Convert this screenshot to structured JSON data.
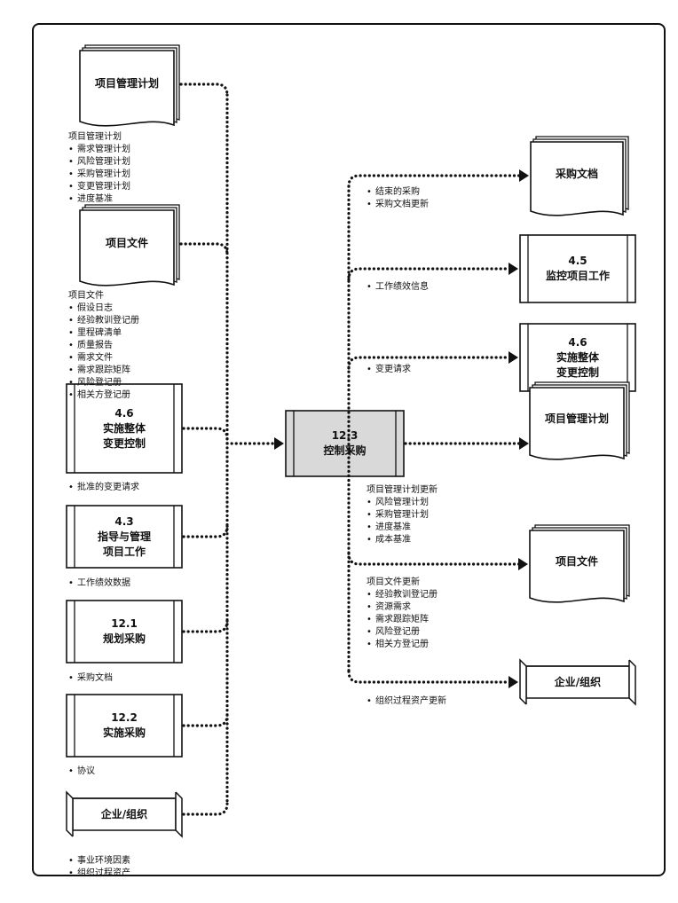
{
  "inputs": [
    {
      "id": "in_pmp",
      "box": {
        "title": [
          "项目管理计划"
        ]
      },
      "label": {
        "heading": "项目管理计划",
        "items": [
          "需求管理计划",
          "风险管理计划",
          "采购管理计划",
          "变更管理计划",
          "进度基准"
        ]
      }
    },
    {
      "id": "in_docs",
      "box": {
        "title": [
          "项目文件"
        ]
      },
      "label": {
        "heading": "项目文件",
        "items": [
          "假设日志",
          "经验教训登记册",
          "里程碑清单",
          "质量报告",
          "需求文件",
          "需求跟踪矩阵",
          "风险登记册",
          "相关方登记册"
        ]
      }
    },
    {
      "id": "in_46",
      "box": {
        "title": [
          "4.6",
          "实施整体",
          "变更控制"
        ]
      },
      "label": {
        "heading": "",
        "items": [
          "批准的变更请求"
        ]
      }
    },
    {
      "id": "in_43",
      "box": {
        "title": [
          "4.3",
          "指导与管理",
          "项目工作"
        ]
      },
      "label": {
        "heading": "",
        "items": [
          "工作绩效数据"
        ]
      }
    },
    {
      "id": "in_121",
      "box": {
        "title": [
          "12.1",
          "规划采购"
        ]
      },
      "label": {
        "heading": "",
        "items": [
          "采购文档"
        ]
      }
    },
    {
      "id": "in_122",
      "box": {
        "title": [
          "12.2",
          "实施采购"
        ]
      },
      "label": {
        "heading": "",
        "items": [
          "协议"
        ]
      }
    },
    {
      "id": "in_ent",
      "box": {
        "title": [
          "企业/组织"
        ]
      },
      "label": {
        "heading": "",
        "items": [
          "事业环境因素",
          "组织过程资产"
        ]
      }
    }
  ],
  "process": {
    "title": [
      "12.3",
      "控制采购"
    ],
    "fill": "#d9d9d9"
  },
  "outputs": [
    {
      "id": "out_docs",
      "box": {
        "title": [
          "采购文档"
        ]
      },
      "label": {
        "heading": "",
        "items": [
          "结束的采购",
          "采购文档更新"
        ]
      }
    },
    {
      "id": "out_45",
      "box": {
        "title": [
          "4.5",
          "监控项目工作"
        ]
      },
      "label": {
        "heading": "",
        "items": [
          "工作绩效信息"
        ]
      }
    },
    {
      "id": "out_46",
      "box": {
        "title": [
          "4.6",
          "实施整体",
          "变更控制"
        ]
      },
      "label": {
        "heading": "",
        "items": [
          "变更请求"
        ]
      }
    },
    {
      "id": "out_pmp",
      "box": {
        "title": [
          "项目管理计划"
        ]
      },
      "label": {
        "heading": "项目管理计划更新",
        "items": [
          "风险管理计划",
          "采购管理计划",
          "进度基准",
          "成本基准"
        ]
      }
    },
    {
      "id": "out_pdocs",
      "box": {
        "title": [
          "项目文件"
        ]
      },
      "label": {
        "heading": "项目文件更新",
        "items": [
          "经验教训登记册",
          "资源需求",
          "需求跟踪矩阵",
          "风险登记册",
          "相关方登记册"
        ]
      }
    },
    {
      "id": "out_ent",
      "box": {
        "title": [
          "企业/组织"
        ]
      },
      "label": {
        "heading": "",
        "items": [
          "组织过程资产更新"
        ]
      }
    }
  ],
  "colors": {
    "line": "#111111",
    "box_fill": "#ffffff",
    "process_fill": "#d9d9d9"
  }
}
